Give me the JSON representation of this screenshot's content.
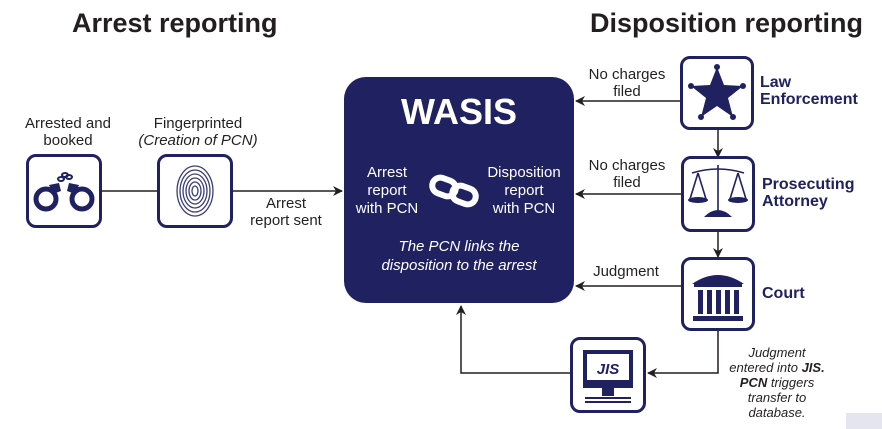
{
  "headings": {
    "arrest": "Arrest reporting",
    "disposition": "Disposition reporting"
  },
  "arrest_steps": [
    {
      "label_line1": "Arrested and",
      "label_line2": "booked",
      "icon": "handcuffs-icon"
    },
    {
      "label_line1": "Fingerprinted",
      "label_line2": "(Creation of PCN)",
      "icon": "fingerprint-icon"
    }
  ],
  "arrest_arrow": {
    "line1": "Arrest",
    "line2": "report sent"
  },
  "wasis": {
    "title": "WASIS",
    "left_line1": "Arrest",
    "left_line2": "report",
    "left_line3": "with PCN",
    "right_line1": "Disposition",
    "right_line2": "report",
    "right_line3": "with PCN",
    "note_line1": "The PCN links the",
    "note_line2": "disposition to the arrest",
    "link_icon": "chain-link-icon"
  },
  "agencies": [
    {
      "line1": "Law",
      "line2": "Enforcement",
      "icon": "sheriff-star-icon",
      "arrow_line1": "No charges",
      "arrow_line2": "filed"
    },
    {
      "line1": "Prosecuting",
      "line2": "Attorney",
      "icon": "scales-of-justice-icon",
      "arrow_line1": "No charges",
      "arrow_line2": "filed"
    },
    {
      "line1": "Court",
      "line2": "",
      "icon": "courthouse-icon",
      "arrow_line1": "Judgment",
      "arrow_line2": ""
    }
  ],
  "jis": {
    "screen_text": "JIS",
    "icon": "computer-monitor-icon",
    "note_line1": "Judgment",
    "note_line2a": "entered into ",
    "note_line2b": "JIS.",
    "note_line3a": "PCN",
    "note_line3b": " triggers",
    "note_line4": "transfer to",
    "note_line5": "database."
  },
  "colors": {
    "navy": "#1f2160",
    "text": "#231f20",
    "line": "#231f20"
  }
}
